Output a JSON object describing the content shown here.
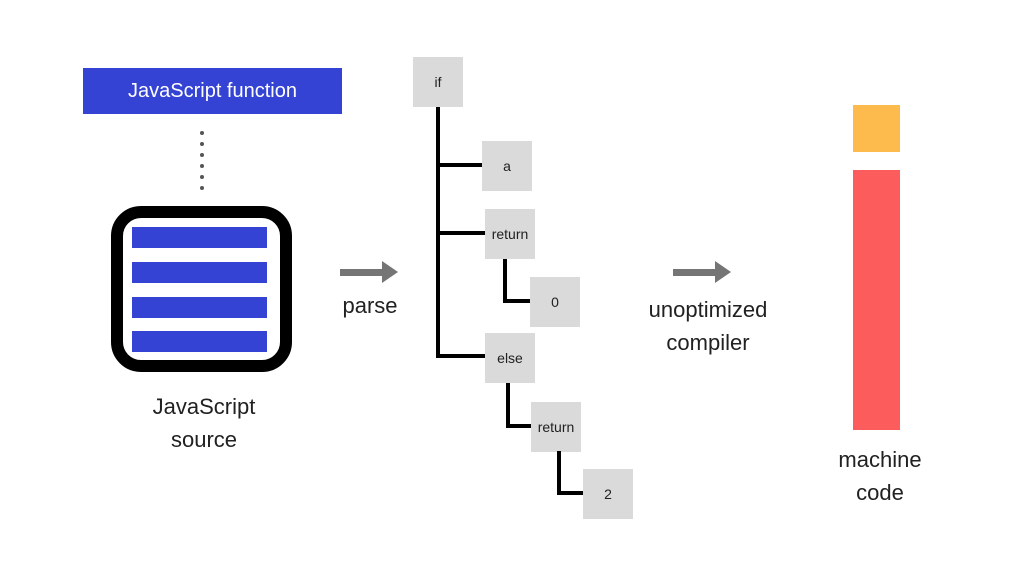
{
  "pipeline": {
    "function_box": {
      "label": "JavaScript function"
    },
    "source": {
      "label": "JavaScript\nsource"
    },
    "parse": {
      "label": "parse"
    },
    "ast": {
      "nodes": [
        {
          "label": "if"
        },
        {
          "label": "a"
        },
        {
          "label": "return"
        },
        {
          "label": "0"
        },
        {
          "label": "else"
        },
        {
          "label": "return"
        },
        {
          "label": "2"
        }
      ]
    },
    "compiler": {
      "label": "unoptimized\ncompiler"
    },
    "machine_code": {
      "label": "machine\ncode"
    }
  },
  "icons": {
    "source_icon": "source-code-icon",
    "parse_arrow": "arrow-right-icon",
    "compiler_arrow": "arrow-right-icon",
    "dotted_connector": "dotted-line-icon"
  },
  "colors": {
    "accent_blue": "#3443D4",
    "node_gray": "#DADADA",
    "arrow_gray": "#757575",
    "bar_orange": "#FDBA4D",
    "bar_red": "#FC5C5C",
    "tree_line_black": "#000000",
    "text_dark": "#212121",
    "background": "#FFFFFF"
  }
}
